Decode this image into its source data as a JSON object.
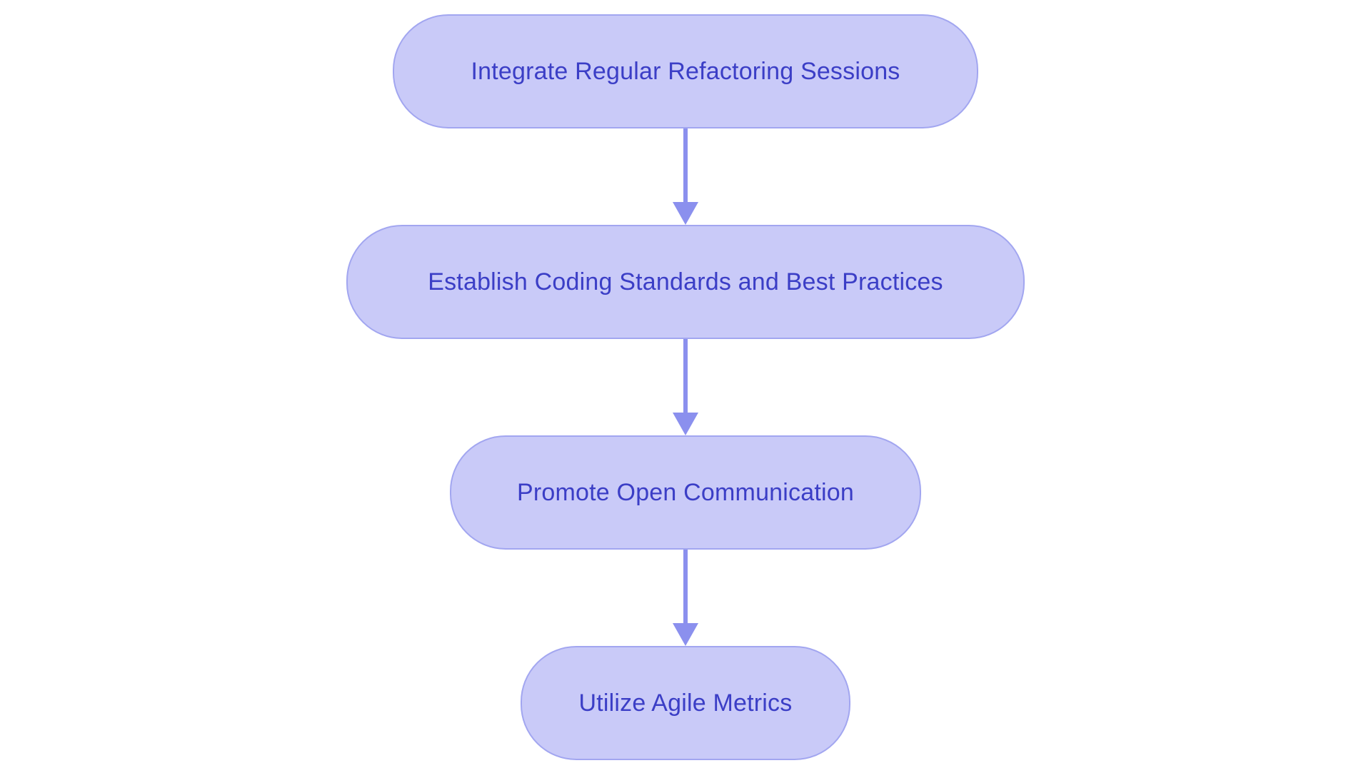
{
  "diagram": {
    "type": "flowchart",
    "direction": "top-down",
    "nodes": [
      {
        "id": "step-1",
        "label": "Integrate Regular Refactoring Sessions"
      },
      {
        "id": "step-2",
        "label": "Establish Coding Standards and Best Practices"
      },
      {
        "id": "step-3",
        "label": "Promote Open Communication"
      },
      {
        "id": "step-4",
        "label": "Utilize Agile Metrics"
      }
    ],
    "edges": [
      {
        "from": "step-1",
        "to": "step-2"
      },
      {
        "from": "step-2",
        "to": "step-3"
      },
      {
        "from": "step-3",
        "to": "step-4"
      }
    ],
    "colors": {
      "background": "#ffffff",
      "node_fill": "#c9caf8",
      "node_border": "#a2a6f0",
      "node_text": "#3b3ec6",
      "arrow": "#8b90ee"
    }
  }
}
